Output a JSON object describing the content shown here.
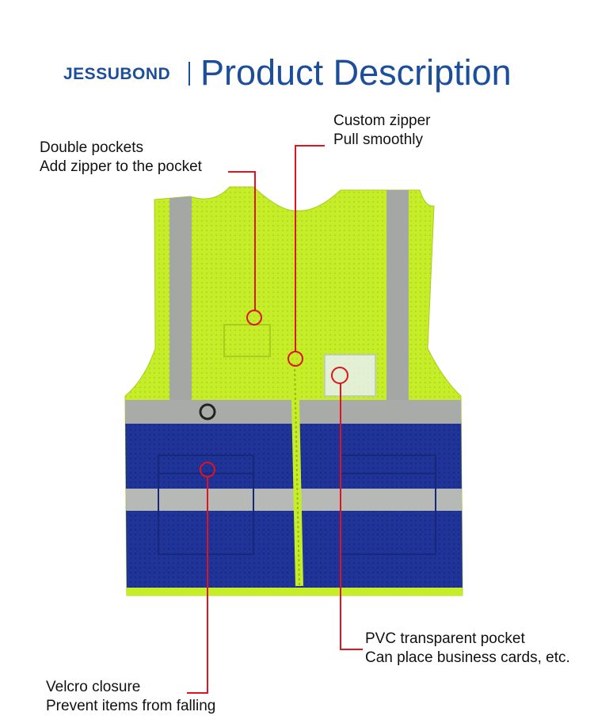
{
  "header": {
    "brand": "JESSUBOND",
    "title": "Product Description"
  },
  "callouts": {
    "pockets": {
      "line1": "Double pockets",
      "line2": "Add zipper to the pocket"
    },
    "zipper": {
      "line1": "Custom zipper",
      "line2": "Pull smoothly"
    },
    "pvc": {
      "line1": "PVC transparent pocket",
      "line2": "Can place business cards, etc."
    },
    "velcro": {
      "line1": "Velcro closure",
      "line2": "Prevent items from falling"
    }
  },
  "colors": {
    "brand": "#1c4e9c",
    "vest_yellow": "#c8f02a",
    "vest_blue": "#1e3196",
    "reflective": "#a7a9a6",
    "leader_line": "#e0141e"
  }
}
